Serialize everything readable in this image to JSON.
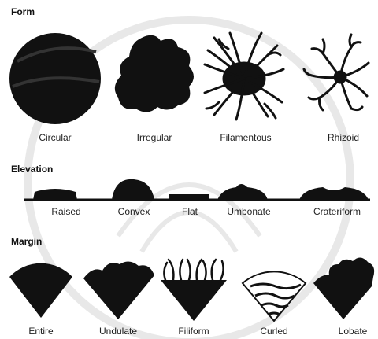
{
  "sections": {
    "form": {
      "title": "Form",
      "items": [
        "Circular",
        "Irregular",
        "Filamentous",
        "Rhizoid"
      ]
    },
    "elevation": {
      "title": "Elevation",
      "items": [
        "Raised",
        "Convex",
        "Flat",
        "Umbonate",
        "Crateriform"
      ]
    },
    "margin": {
      "title": "Margin",
      "items": [
        "Entire",
        "Undulate",
        "Filiform",
        "Curled",
        "Lobate"
      ]
    }
  },
  "colors": {
    "ink": "#111111",
    "text": "#222222",
    "watermark": "#e6e6e6"
  }
}
